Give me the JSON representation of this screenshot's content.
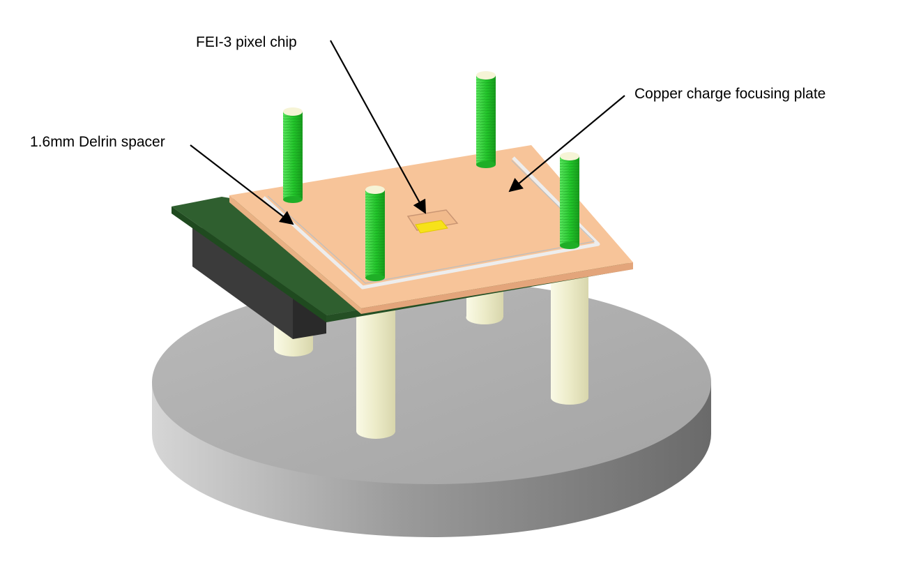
{
  "callouts": {
    "chip": "FEI-3 pixel chip",
    "plate": "Copper charge focusing plate",
    "spacer": "1.6mm Delrin spacer"
  },
  "colors": {
    "background": "#ffffff",
    "base_top": "#aeaeae",
    "base_side": "#8a8a8a",
    "post": "#efefcf",
    "pcb": "#2f5f2f",
    "pcb_edge": "#1f4a1f",
    "connector": "#3a3a3a",
    "copper_plate": "#f7c499",
    "copper_edge": "#e9b184",
    "delrin_spacer": "#ededed",
    "bolt": "#27c72f",
    "bolt_cap": "#f6f4d6",
    "chip_cutout": "#d09e74",
    "chip": "#f7e21a",
    "arrow": "#000000"
  }
}
